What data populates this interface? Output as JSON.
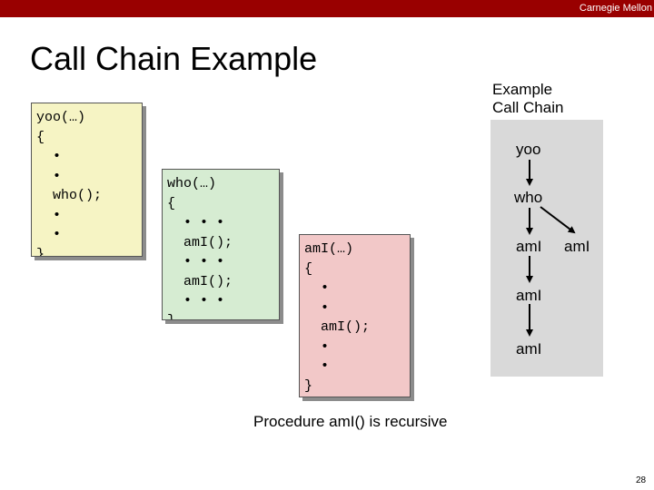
{
  "header": {
    "org": "Carnegie Mellon"
  },
  "slide": {
    "title": "Call Chain Example",
    "caption": "Procedure amI() is recursive",
    "page_number": "28"
  },
  "code": {
    "yoo": [
      "yoo(…)",
      "{",
      "  •",
      "  •",
      "  who();",
      "  •",
      "  •",
      "}"
    ],
    "who": [
      "who(…)",
      "{",
      "  • • •",
      "  amI();",
      "  • • •",
      "  amI();",
      "  • • •",
      "}"
    ],
    "ami": [
      "amI(…)",
      "{",
      "  •",
      "  •",
      "  amI();",
      "  •",
      "  •",
      "}"
    ]
  },
  "chain": {
    "title_line1": "Example",
    "title_line2": "Call Chain",
    "nodes": {
      "yoo": "yoo",
      "who": "who",
      "ami_1": "amI",
      "ami_2": "amI",
      "ami_3": "amI",
      "ami_4": "amI"
    }
  }
}
